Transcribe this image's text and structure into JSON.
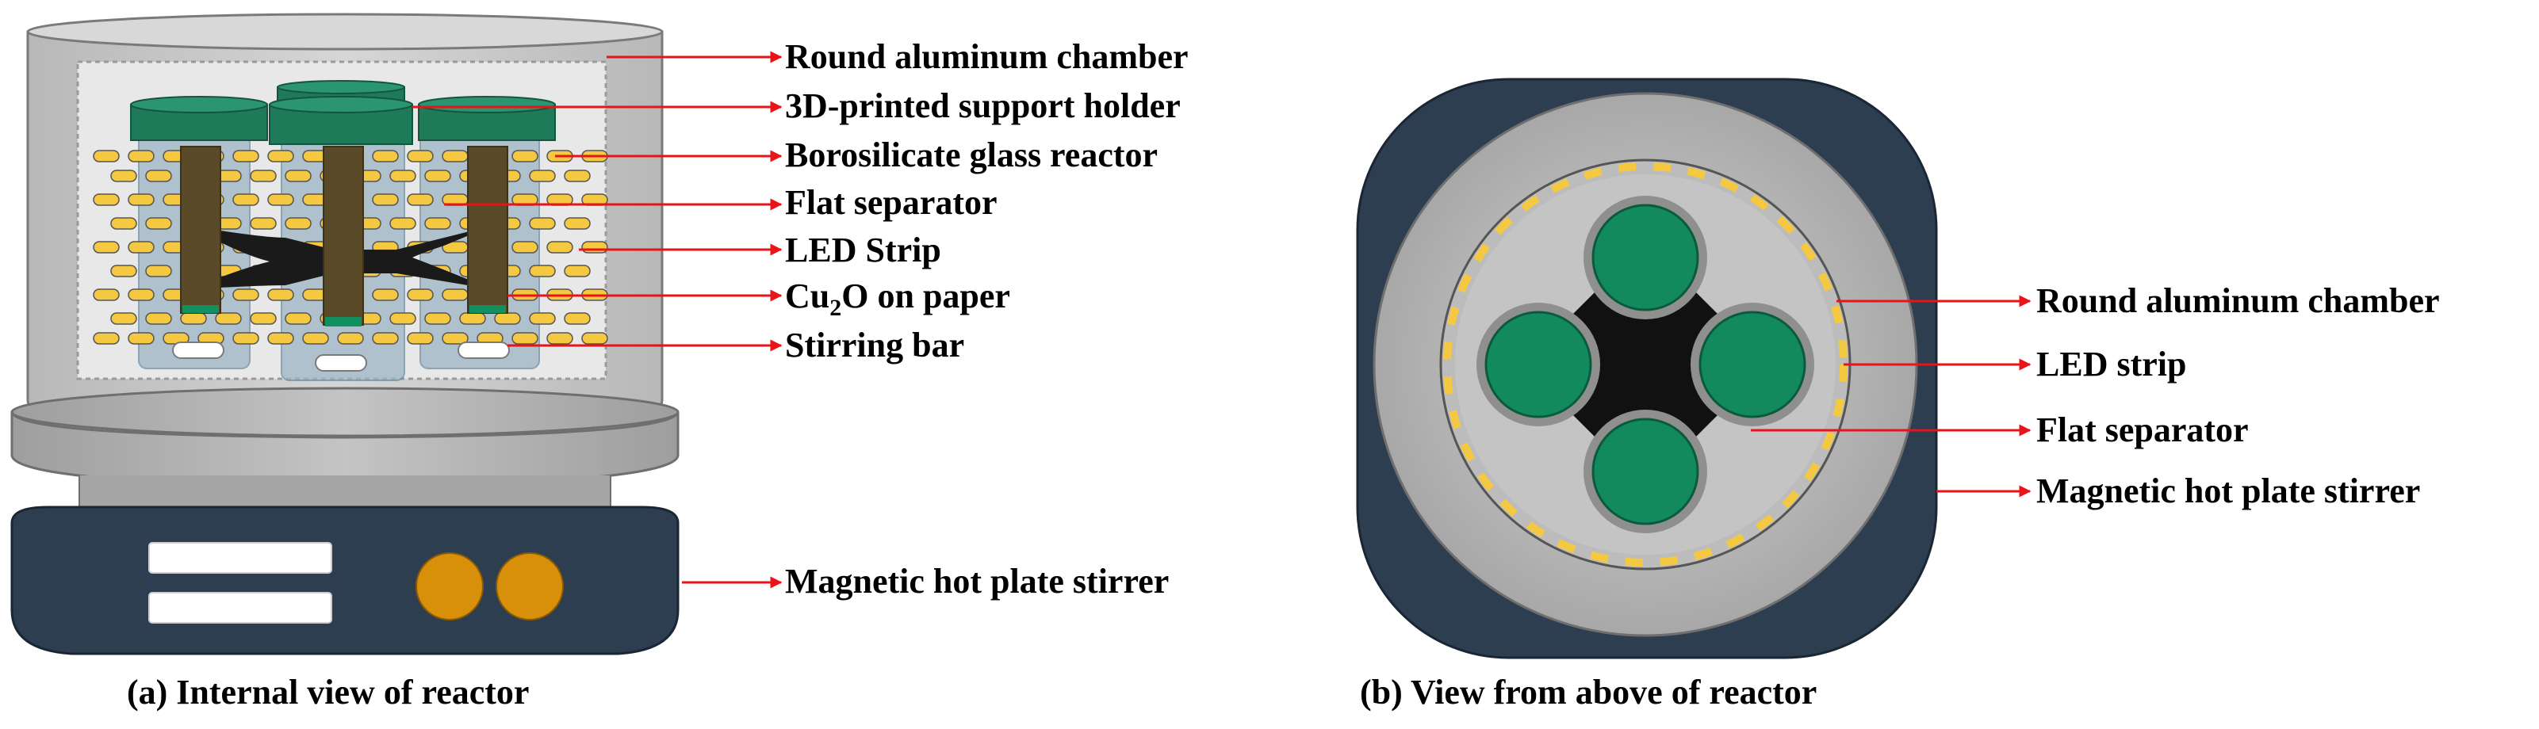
{
  "panel_a": {
    "caption": "(a) Internal view of reactor",
    "labels": {
      "chamber": "Round aluminum chamber",
      "holder": "3D-printed support holder",
      "reactor": "Borosilicate glass reactor",
      "separator": "Flat separator",
      "led": "LED Strip",
      "cu2o_pre": "Cu",
      "cu2o_sub": "2",
      "cu2o_post": "O on paper",
      "stir": "Stirring bar",
      "plate": "Magnetic hot plate stirrer"
    }
  },
  "panel_b": {
    "caption": "(b) View from above of reactor",
    "labels": {
      "chamber": "Round aluminum chamber",
      "led": "LED strip",
      "separator": "Flat separator",
      "plate": "Magnetic hot plate stirrer"
    }
  },
  "colors": {
    "arrow": "#e8141a",
    "plate_dark": "#2d3e50",
    "chamber_gray": "#c8c8c8",
    "inner_light": "#e6e6e6",
    "holder_green": "#1f7a5a",
    "paper_brown": "#5a4a28",
    "glass_blue": "#9bb4c4",
    "led_yellow": "#f5c842",
    "knob_orange": "#d8900a",
    "reactor_green": "#138a5e"
  }
}
